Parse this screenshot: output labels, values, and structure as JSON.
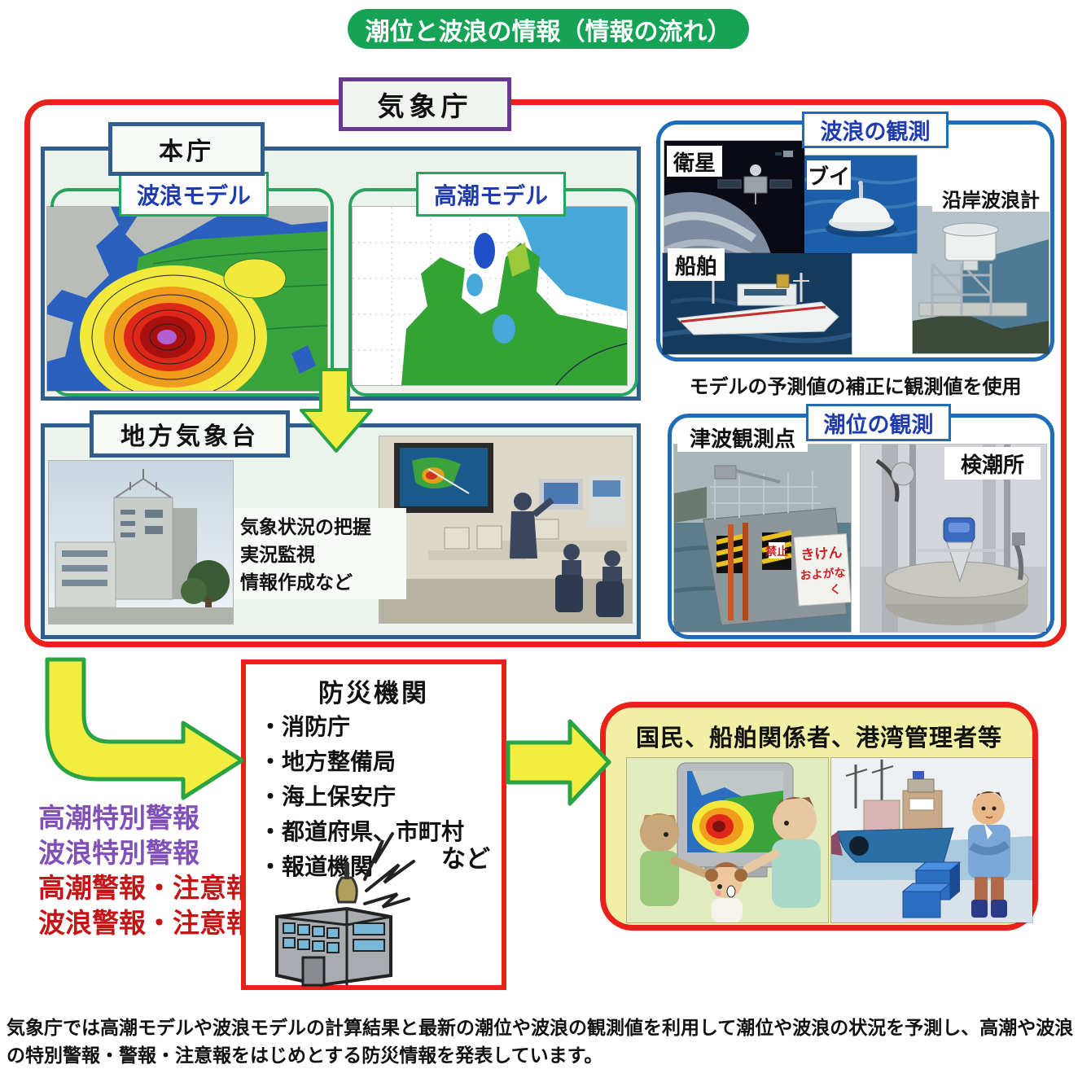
{
  "title": "潮位と波浪の情報（情報の流れ）",
  "colors": {
    "title_bg": "#17a356",
    "outer_border": "#e8211a",
    "jma_border": "#6a3996",
    "container_border": "#2f5d8e",
    "obs_border": "#1f6cb8",
    "model_border": "#27a45e",
    "model_label_text": "#1f3cae",
    "arrow_fill": "#f2ee3f",
    "arrow_stroke": "#2aa344",
    "public_bg": "#f1efa4",
    "warning_special": "#8050b8",
    "warning_regular": "#c41414"
  },
  "jma": {
    "label": "気象庁"
  },
  "honcho": {
    "label": "本庁",
    "wave_model_label": "波浪モデル",
    "surge_model_label": "高潮モデル"
  },
  "local_office": {
    "label": "地方気象台",
    "tasks": [
      "気象状況の把握",
      "実況監視",
      "情報作成など"
    ]
  },
  "wave_observation": {
    "header": "波浪の観測",
    "satellite_label": "衛星",
    "buoy_label": "ブイ",
    "coastal_label": "沿岸波浪計",
    "ship_label": "船舶"
  },
  "correction_note": "モデルの予測値の補正に観測値を使用",
  "tide_observation": {
    "header": "潮位の観測",
    "tsunami_label": "津波観測点",
    "tide_station_label": "検潮所",
    "signs": {
      "kinshi": "禁止",
      "kiken": "きけん",
      "oyogana": "およがな"
    }
  },
  "warnings": [
    {
      "text": "高潮特別警報",
      "color": "#8050b8"
    },
    {
      "text": "波浪特別警報",
      "color": "#8050b8"
    },
    {
      "text": "高潮警報・注意報",
      "color": "#c41414"
    },
    {
      "text": "波浪警報・注意報",
      "color": "#c41414"
    }
  ],
  "agencies": {
    "title": "防災機関",
    "items": [
      "・消防庁",
      "・地方整備局",
      "・海上保安庁",
      "・都道府県、市町村",
      "・報道機関"
    ],
    "etc": "など"
  },
  "public_box": {
    "title": "国民、船舶関係者、港湾管理者等"
  },
  "caption": "気象庁では高潮モデルや波浪モデルの計算結果と最新の潮位や波浪の観測値を利用して潮位や波浪の状況を予測し、高潮や波浪の特別警報・警報・注意報をはじめとする防災情報を発表しています。"
}
